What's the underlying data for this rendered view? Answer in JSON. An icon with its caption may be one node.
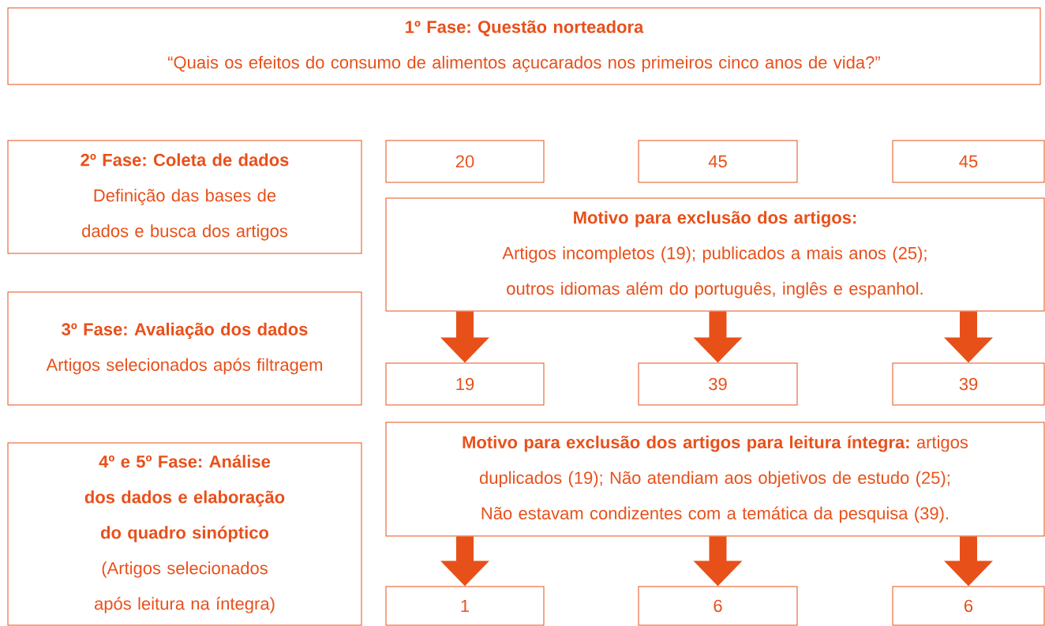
{
  "diagram": {
    "nodes": [
      {
        "text": [
          "1º Fase: Questão norteadora",
          "“Quais os efeitos do consumo de alimentos açucarados nos primeiros cinco anos de vida?”"
        ]
      },
      {
        "text": [
          "2º Fase: Coleta de dados",
          "Definição das bases de dados e busca dos artigos"
        ]
      },
      {
        "text": [
          "20"
        ]
      },
      {
        "text": [
          "45"
        ]
      },
      {
        "text": [
          "45"
        ]
      },
      {
        "text": [
          "Motivo para exclusão dos artigos:",
          "Artigos incompletos (19); publicados a mais anos (25); outros idiomas além do português, inglês e espanhol."
        ]
      },
      {
        "text": [
          "3º Fase: Avaliação dos dados",
          "Artigos selecionados após filtragem"
        ]
      },
      {
        "text": [
          "19"
        ]
      },
      {
        "text": [
          "39"
        ]
      },
      {
        "text": [
          "39"
        ]
      },
      {
        "text": [
          "**Motivo para exclusão dos artigos para leitura íntegra:** artigos duplicados (19); Não atendiam aos objetivos de estudo (25); Não estavam condizentes com a temática da pesquisa (39)."
        ]
      },
      {
        "text": [
          "4º e 5º Fase: Análise dos dados e elaboração do quadro sinóptico",
          "(Artigos selecionados após leitura na íntegra)"
        ]
      },
      {
        "text": [
          "1"
        ]
      },
      {
        "text": [
          "6"
        ]
      },
      {
        "text": [
          "6"
        ]
      }
    ],
    "edges": [
      {
        "from": 5,
        "to": 7,
        "arrow": "to"
      },
      {
        "from": 5,
        "to": 8,
        "arrow": "to"
      },
      {
        "from": 5,
        "to": 9,
        "arrow": "to"
      },
      {
        "from": 10,
        "to": 12,
        "arrow": "to"
      },
      {
        "from": 10,
        "to": 13,
        "arrow": "to"
      },
      {
        "from": 10,
        "to": 14,
        "arrow": "to"
      }
    ]
  }
}
